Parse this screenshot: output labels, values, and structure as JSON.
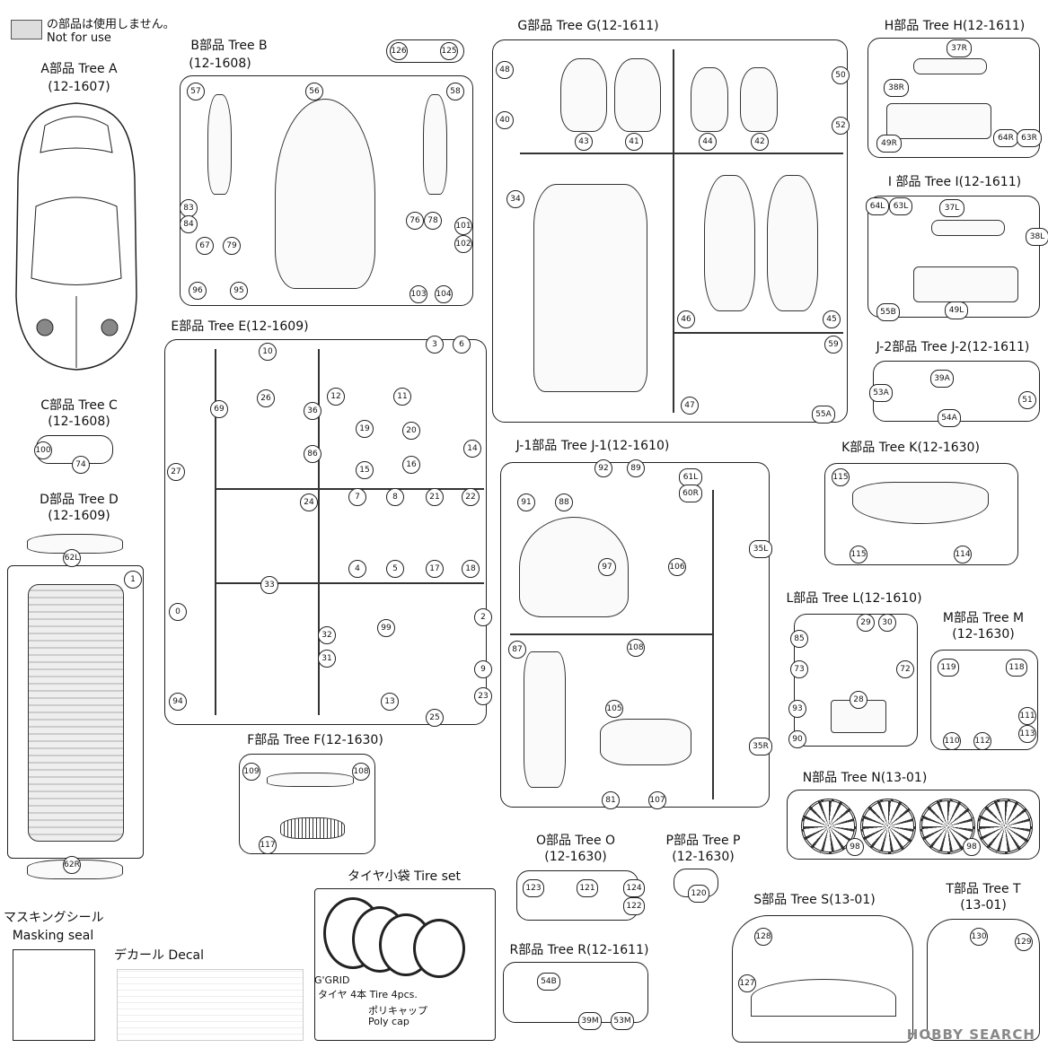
{
  "legend": {
    "line1": "の部品は使用しません。",
    "line2": "Not for use"
  },
  "trees": {
    "A": {
      "title": "A部品 Tree A",
      "code": "(12-1607)"
    },
    "B": {
      "title": "B部品 Tree B",
      "code": "(12-1608)",
      "parts": [
        "57",
        "56",
        "58",
        "83",
        "84",
        "67",
        "79",
        "96",
        "95",
        "76",
        "78",
        "101",
        "102",
        "103",
        "104",
        "126",
        "125"
      ]
    },
    "C": {
      "title": "C部品 Tree C",
      "code": "(12-1608)",
      "parts": [
        "100",
        "74"
      ]
    },
    "D": {
      "title": "D部品 Tree D",
      "code": "(12-1609)",
      "parts": [
        "62L",
        "1",
        "62R"
      ]
    },
    "E": {
      "title": "E部品 Tree E(12-1609)",
      "parts": [
        "10",
        "26",
        "69",
        "36",
        "86",
        "27",
        "24",
        "12",
        "11",
        "3",
        "6",
        "19",
        "20",
        "14",
        "15",
        "16",
        "7",
        "8",
        "21",
        "22",
        "4",
        "5",
        "17",
        "18",
        "33",
        "0",
        "32",
        "31",
        "99",
        "13",
        "25",
        "2",
        "9",
        "23",
        "94"
      ]
    },
    "F": {
      "title": "F部品 Tree F(12-1630)",
      "parts": [
        "109",
        "108",
        "117"
      ]
    },
    "G": {
      "title": "G部品 Tree G(12-1611)",
      "parts": [
        "48",
        "40",
        "43",
        "41",
        "44",
        "42",
        "50",
        "52",
        "34",
        "46",
        "45",
        "47",
        "59",
        "55A"
      ]
    },
    "H": {
      "title": "H部品 Tree H(12-1611)",
      "parts": [
        "37R",
        "38R",
        "49R",
        "64R",
        "63R"
      ]
    },
    "I": {
      "title": "I 部品 Tree I(12-1611)",
      "parts": [
        "64L",
        "63L",
        "37L",
        "38L",
        "55B",
        "49L"
      ]
    },
    "J2": {
      "title": "J-2部品 Tree J-2(12-1611)",
      "parts": [
        "53A",
        "39A",
        "54A",
        "51"
      ]
    },
    "J1": {
      "title": "J-1部品 Tree J-1(12-1610)",
      "parts": [
        "92",
        "89",
        "91",
        "88",
        "61L",
        "60R",
        "97",
        "106",
        "35L",
        "87",
        "108",
        "105",
        "35R",
        "81",
        "107"
      ]
    },
    "K": {
      "title": "K部品 Tree K(12-1630)",
      "parts": [
        "115",
        "114"
      ]
    },
    "L": {
      "title": "L部品 Tree L(12-1610)",
      "parts": [
        "85",
        "29",
        "30",
        "73",
        "72",
        "93",
        "28",
        "90"
      ]
    },
    "M": {
      "title": "M部品 Tree M",
      "code": "(12-1630)",
      "parts": [
        "119",
        "118",
        "111",
        "110",
        "112",
        "113"
      ]
    },
    "N": {
      "title": "N部品 Tree N(13-01)",
      "parts": [
        "98",
        "98"
      ]
    },
    "O": {
      "title": "O部品 Tree O",
      "code": "(12-1630)",
      "parts": [
        "123",
        "121",
        "124",
        "122"
      ]
    },
    "P": {
      "title": "P部品 Tree P",
      "code": "(12-1630)",
      "parts": [
        "120"
      ]
    },
    "R": {
      "title": "R部品 Tree R(12-1611)",
      "parts": [
        "54B",
        "39M",
        "53M"
      ]
    },
    "S": {
      "title": "S部品 Tree S(13-01)",
      "parts": [
        "128",
        "127"
      ]
    },
    "T": {
      "title": "T部品 Tree T",
      "code": "(13-01)",
      "parts": [
        "130",
        "129"
      ]
    }
  },
  "tire_set": {
    "title": "タイヤ小袋 Tire set",
    "brand": "G'GRID",
    "tire_jp": "タイヤ 4本 Tire 4pcs.",
    "cap_jp": "ポリキャップ",
    "cap_en": "Poly cap"
  },
  "masking": {
    "jp": "マスキングシール",
    "en": "Masking seal"
  },
  "decal": {
    "label": "デカール Decal"
  },
  "watermark": "HOBBY SEARCH"
}
